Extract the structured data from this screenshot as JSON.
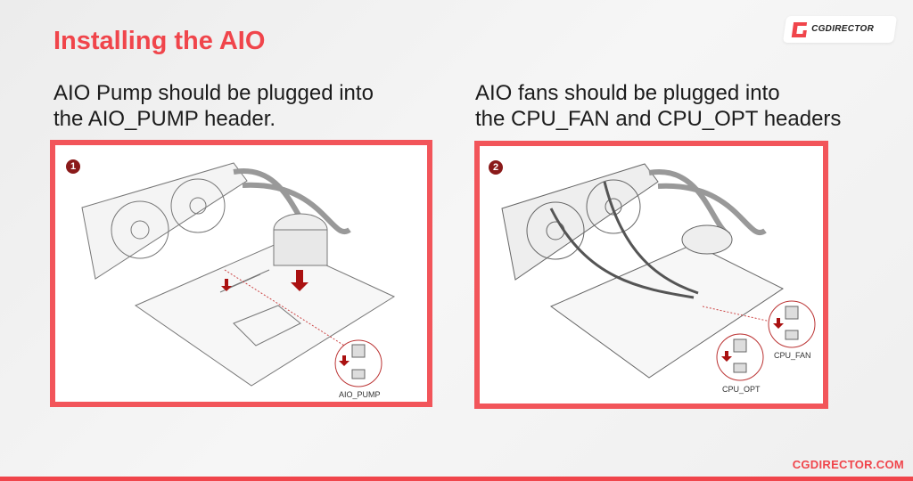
{
  "title": "Installing the AIO",
  "brand": {
    "logo_text": "CGDIRECTOR",
    "footer": "CGDIRECTOR.COM",
    "accent": "#f0454b"
  },
  "panels": [
    {
      "caption_line1": "AIO Pump should be plugged into",
      "caption_line2": "the AIO_PUMP header.",
      "step": "1",
      "labels": [
        "AIO_PUMP"
      ]
    },
    {
      "caption_line1": "AIO fans should be plugged into",
      "caption_line2": "the CPU_FAN and CPU_OPT headers",
      "step": "2",
      "labels": [
        "CPU_FAN",
        "CPU_OPT"
      ]
    }
  ]
}
